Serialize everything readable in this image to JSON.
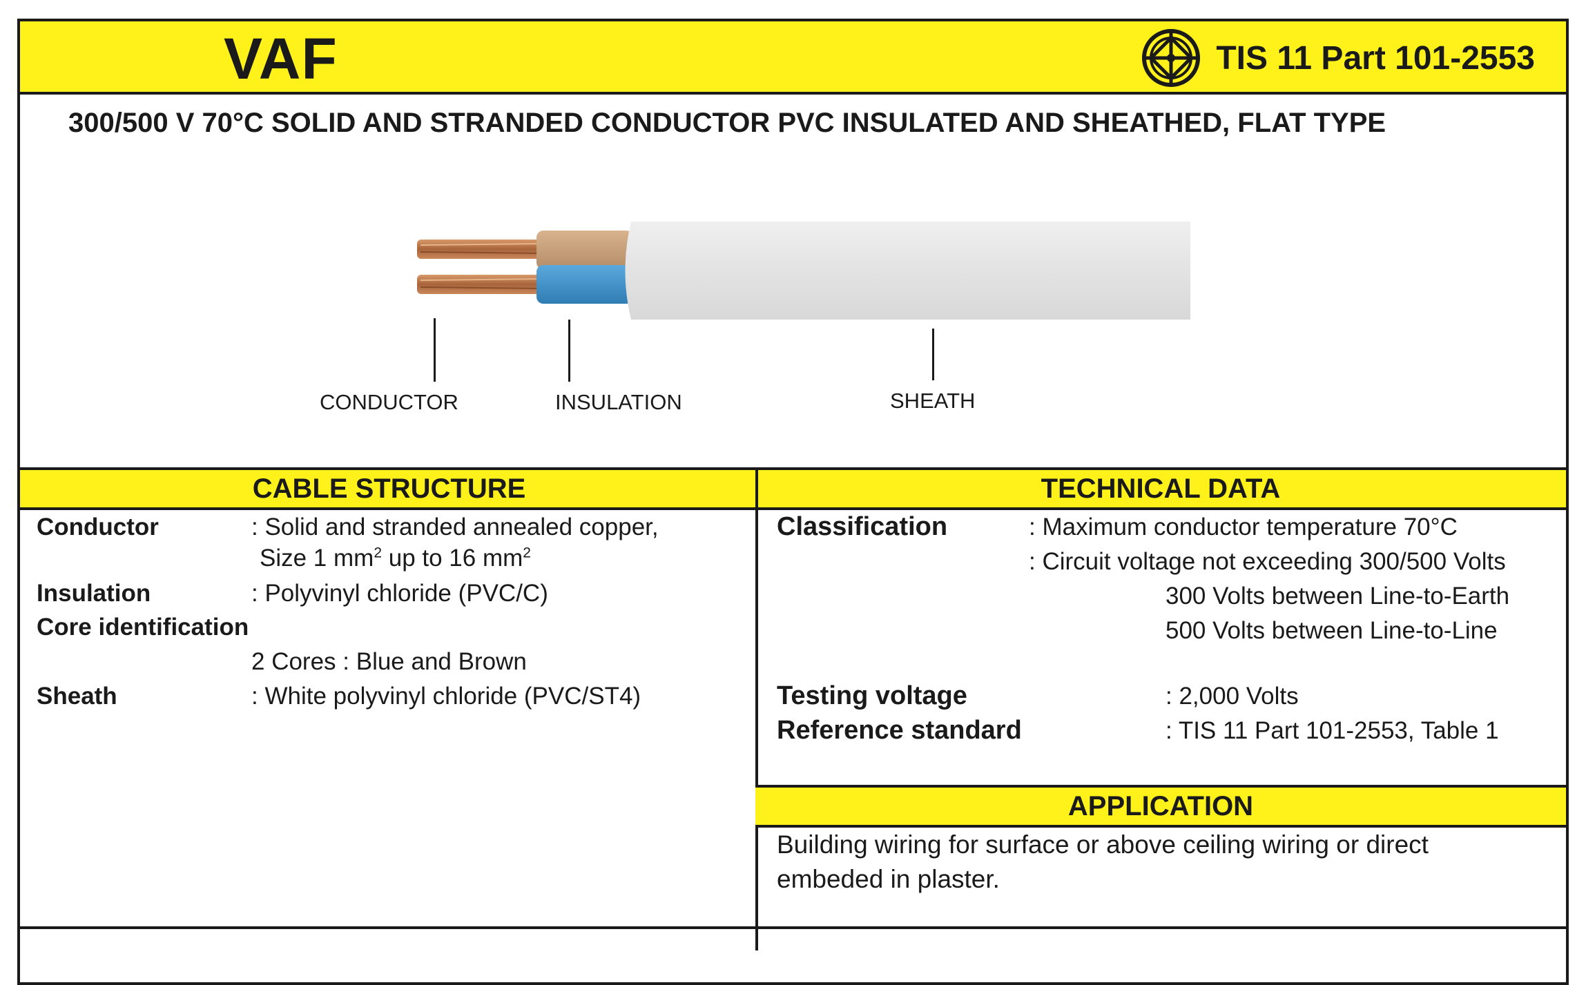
{
  "header": {
    "title": "VAF",
    "standard": "TIS 11 Part 101-2553",
    "standard_icon": "tis-mark-icon",
    "accent_color": "#fff11a"
  },
  "subtitle": "300/500 V 70°C SOLID AND STRANDED CONDUCTOR PVC INSULATED AND SHEATHED, FLAT TYPE",
  "diagram": {
    "callouts": [
      "CONDUCTOR",
      "INSULATION",
      "SHEATH"
    ],
    "colors": {
      "copper": "#b8744a",
      "brown_core": "#c9a07b",
      "blue_core": "#3f91c9",
      "sheath": "#e6e6e6"
    }
  },
  "cable_structure": {
    "heading": "CABLE STRUCTURE",
    "conductor_label": "Conductor",
    "conductor_value": ": Solid and stranded annealed copper,",
    "size_prefix": "Size 1 mm",
    "size_sup1": "2",
    "size_mid": " up to 16 mm",
    "size_sup2": "2",
    "insulation_label": "Insulation",
    "insulation_value": ": Polyvinyl chloride (PVC/C)",
    "core_label": "Core identification",
    "core_value": "2 Cores  :  Blue and Brown",
    "sheath_label": "Sheath",
    "sheath_value": ": White polyvinyl chloride (PVC/ST4)"
  },
  "technical_data": {
    "heading": "TECHNICAL DATA",
    "classification_label": "Classification",
    "classification_line1": ": Maximum conductor temperature 70°C",
    "classification_line2": ": Circuit voltage not exceeding 300/500 Volts",
    "classification_line3": "300 Volts between Line-to-Earth",
    "classification_line4": "500 Volts between Line-to-Line",
    "testing_label": "Testing voltage",
    "testing_value": ": 2,000 Volts",
    "reference_label": "Reference standard",
    "reference_value": ": TIS 11 Part 101-2553, Table 1"
  },
  "application": {
    "heading": "APPLICATION",
    "line1": "Building wiring for surface or above ceiling wiring or direct",
    "line2": "embeded in plaster."
  }
}
